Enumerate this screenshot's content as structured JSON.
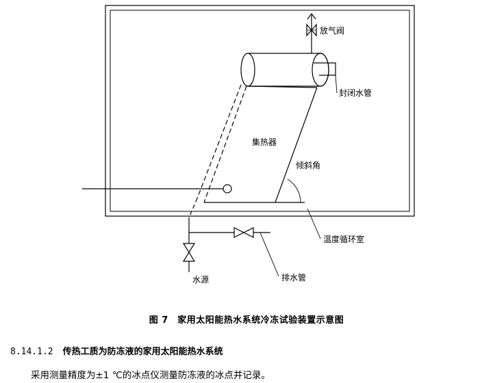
{
  "diagram": {
    "labels": {
      "vent_valve": "放气阀",
      "sealed_pipe": "封闭水管",
      "collector": "集热器",
      "tilt_angle": "倾斜角",
      "temp_chamber": "温度循环室",
      "water_source": "水源",
      "drain_pipe": "排水管"
    }
  },
  "caption": "图 7　家用太阳能热水系统冷冻试验装置示意图",
  "section": {
    "number": "8.14.1.2",
    "title": "传热工质为防冻液的家用太阳能热水系统"
  },
  "paragraph": "采用测量精度为±1 ℃的冰点仪测量防冻液的冰点并记录。"
}
